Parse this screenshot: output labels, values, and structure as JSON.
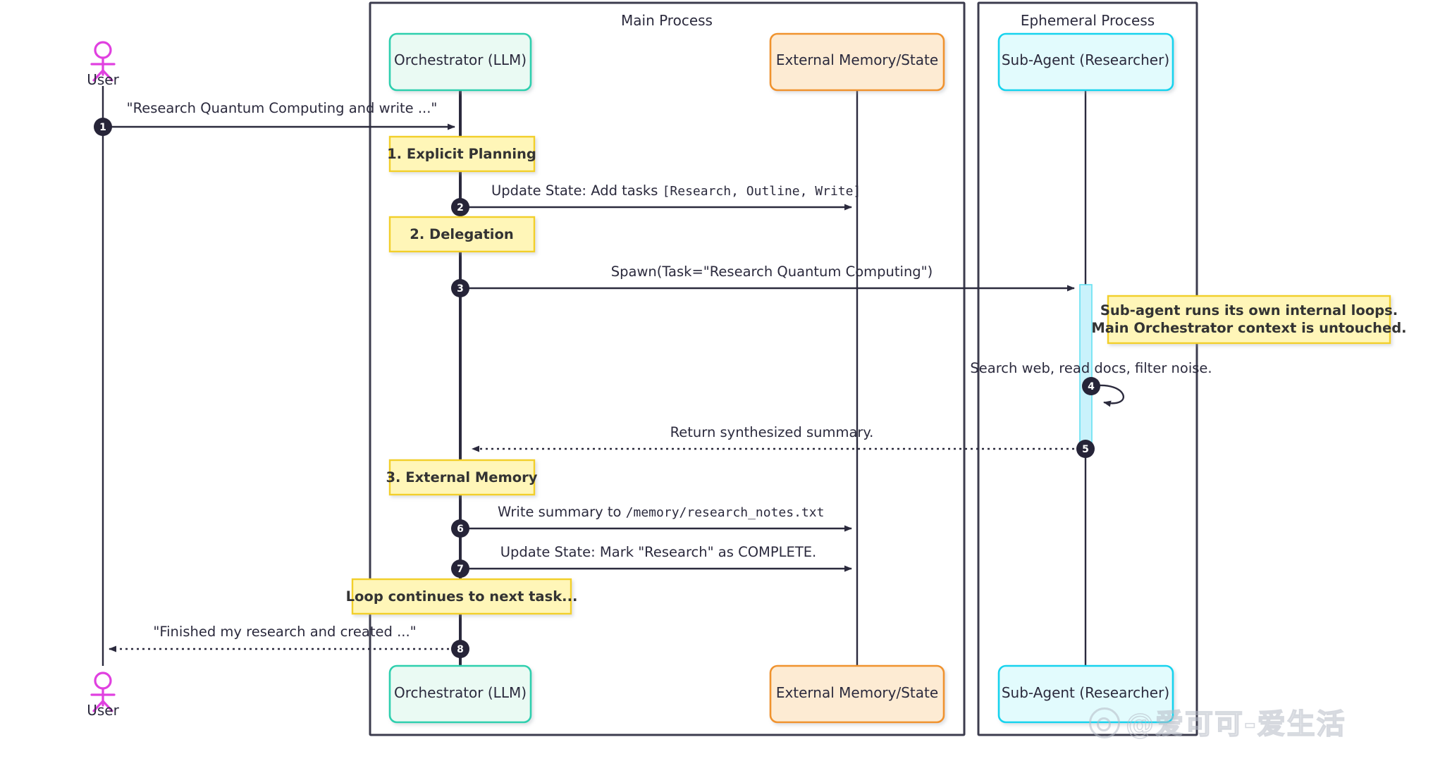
{
  "diagram": {
    "type": "sequence-diagram",
    "background": "#ffffff",
    "line_color": "#2b2a3d",
    "note_fill": "#fff6b8",
    "note_border": "#f2cf2a",
    "actor_icon_color": "#e040e0"
  },
  "boxes": [
    {
      "id": "main-process",
      "label": "Main Process",
      "border": "#3c3c4e"
    },
    {
      "id": "ephemeral-process",
      "label": "Ephemeral Process",
      "border": "#3c3c4e"
    }
  ],
  "participants": [
    {
      "id": "user",
      "label": "User",
      "kind": "actor",
      "color": "#e040e0"
    },
    {
      "id": "orchestrator",
      "label": "Orchestrator (LLM)",
      "kind": "box",
      "fill": "#eafaf3",
      "border": "#2ecfae"
    },
    {
      "id": "memory",
      "label": "External Memory/State",
      "kind": "box",
      "fill": "#fdebd3",
      "border": "#f0932f"
    },
    {
      "id": "subagent",
      "label": "Sub-Agent (Researcher)",
      "kind": "box",
      "fill": "#e2fbfd",
      "border": "#17d3ee"
    }
  ],
  "messages": [
    {
      "num": "1",
      "from": "user",
      "to": "orchestrator",
      "style": "solid",
      "text": "\"Research Quantum Computing and write ...\"",
      "mono": ""
    },
    {
      "num": "2",
      "from": "orchestrator",
      "to": "memory",
      "style": "solid",
      "text": "Update State: Add tasks ",
      "mono": "[Research, Outline, Write]"
    },
    {
      "num": "3",
      "from": "orchestrator",
      "to": "subagent",
      "style": "solid",
      "text": "Spawn(Task=\"Research Quantum Computing\")",
      "mono": ""
    },
    {
      "num": "4",
      "from": "subagent",
      "to": "subagent",
      "style": "self-loop",
      "text": "Search web, read docs, filter noise.",
      "mono": ""
    },
    {
      "num": "5",
      "from": "subagent",
      "to": "orchestrator",
      "style": "dotted",
      "text": "Return synthesized summary.",
      "mono": ""
    },
    {
      "num": "6",
      "from": "orchestrator",
      "to": "memory",
      "style": "solid",
      "text": "Write summary to ",
      "mono": "/memory/research_notes.txt"
    },
    {
      "num": "7",
      "from": "orchestrator",
      "to": "memory",
      "style": "solid",
      "text": "Update State: Mark \"Research\" as COMPLETE.",
      "mono": ""
    },
    {
      "num": "8",
      "from": "orchestrator",
      "to": "user",
      "style": "dotted",
      "text": "\"Finished my research and created ...\"",
      "mono": ""
    }
  ],
  "notes": [
    {
      "id": "note-planning",
      "text": "1. Explicit Planning",
      "lines": [
        "1. Explicit Planning"
      ]
    },
    {
      "id": "note-delegation",
      "text": "2. Delegation",
      "lines": [
        "2. Delegation"
      ]
    },
    {
      "id": "note-subagent-loops",
      "text": "Sub-agent runs its own internal loops. Main Orchestrator context is untouched.",
      "lines": [
        "Sub-agent runs its own internal loops.",
        "Main Orchestrator context is untouched."
      ]
    },
    {
      "id": "note-external-memory",
      "text": "3. External Memory",
      "lines": [
        "3. External Memory"
      ]
    },
    {
      "id": "note-loop-continues",
      "text": "Loop continues to next task...",
      "lines": [
        "Loop continues to next task..."
      ]
    }
  ],
  "watermark": {
    "text": "@爱可可-爱生活",
    "icon": "weibo-logo-icon"
  }
}
